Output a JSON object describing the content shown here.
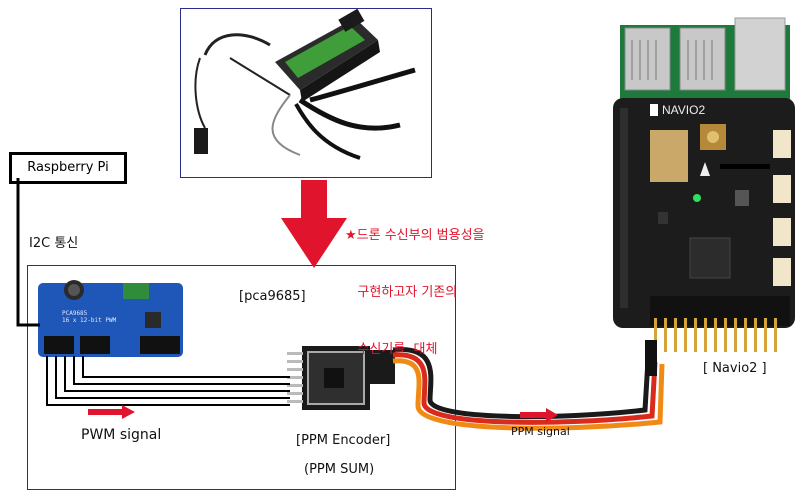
{
  "labels": {
    "raspberry_pi": "Raspberry Pi",
    "i2c": "I2C 통신",
    "pca": "[pca9685]",
    "pwm_signal": "PWM signal",
    "ppm_encoder": "[PPM Encoder]",
    "ppm_sum": "(PPM SUM)",
    "ppm_signal": "PPM signal",
    "navio2": "[ Navio2 ]",
    "navio2_logo": "NAVIO2"
  },
  "note": {
    "line1": "★드론 수신부의 범용성을",
    "line2": "   구현하고자 기존의",
    "line3": "   수신기를  대체"
  },
  "pca_board_text": {
    "name": "PCA9685",
    "desc": "16 x 12-bit PWM"
  },
  "colors": {
    "arrow_red": "#e0142c",
    "frame_blue": "#2b2b8c",
    "board_blue": "#1f57b8",
    "navio_black": "#1c1c1c",
    "navio_green": "#1d7a3c"
  }
}
